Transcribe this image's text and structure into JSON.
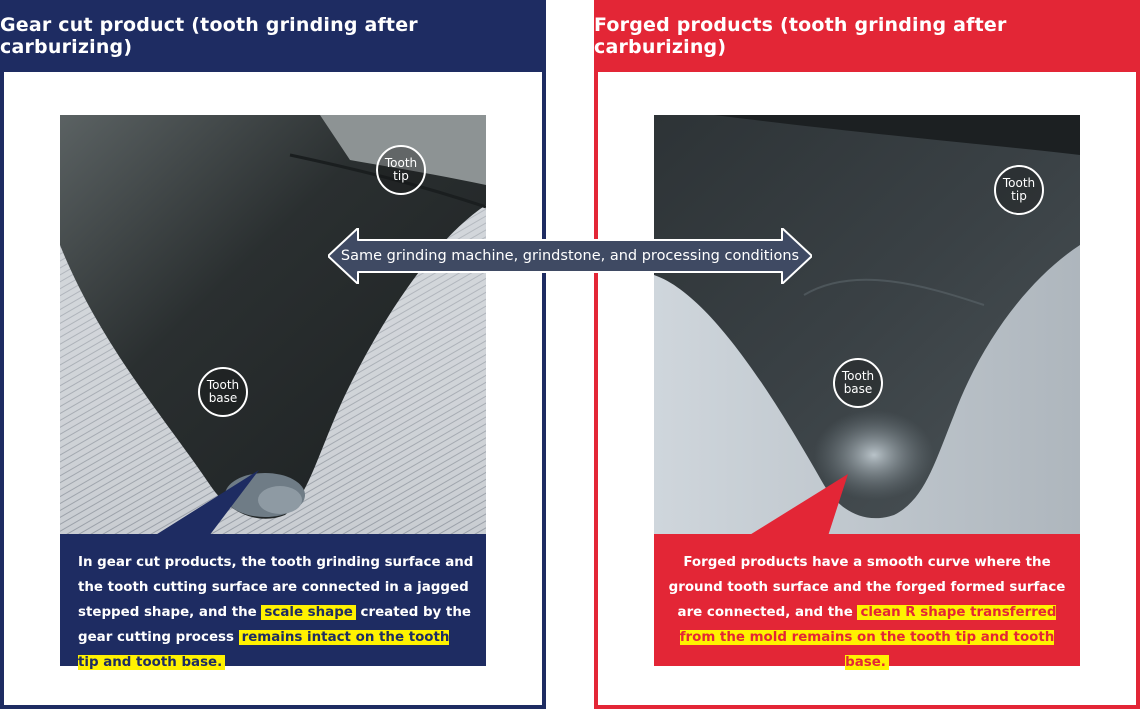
{
  "left": {
    "title": "Gear cut product (tooth grinding after carburizing)",
    "marker_tip": [
      "Tooth",
      "tip"
    ],
    "marker_base": [
      "Tooth",
      "base"
    ],
    "text_1": "In gear cut products, the tooth grinding surface and the tooth cutting surface are connected in a jagged stepped shape, and the ",
    "highlight_1": "scale shape",
    "text_2": " created by the gear cutting process ",
    "highlight_2": "remains intact on the tooth tip and tooth base."
  },
  "right": {
    "title": "Forged products (tooth grinding after carburizing)",
    "marker_tip": [
      "Tooth",
      "tip"
    ],
    "marker_base": [
      "Tooth",
      "base"
    ],
    "text_1": "Forged products have a smooth curve where the ground tooth surface and the forged formed surface are connected, and the ",
    "highlight_1": "clean R shape transferred from the mold remains on the tooth tip and tooth base."
  },
  "arrow_label": "Same grinding machine, grindstone, and processing conditions",
  "colors": {
    "navy": "#1e2c62",
    "red": "#e32636",
    "highlight": "#fff200"
  }
}
